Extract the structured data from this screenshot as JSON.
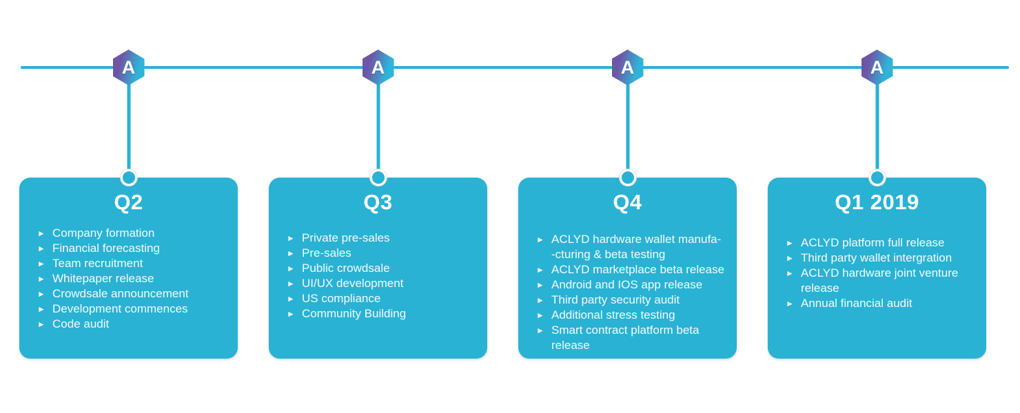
{
  "colors": {
    "accent": "#29b2d3",
    "card_bg": "#29b2d3",
    "text": "#ffffff",
    "marker_gradient_start": "#6e55a5",
    "marker_gradient_end": "#2fb4d8"
  },
  "timeline": {
    "marker_letter": "A",
    "bullet_glyph": "►"
  },
  "cards": [
    {
      "title": "Q2",
      "items": [
        "Company formation",
        "Financial forecasting",
        "Team recruitment",
        "Whitepaper release",
        "Crowdsale announcement",
        "Development commences",
        "Code audit"
      ]
    },
    {
      "title": "Q3",
      "items": [
        "Private pre-sales",
        "Pre-sales",
        "Public crowdsale",
        "UI/UX development",
        "US compliance",
        "Community Building"
      ]
    },
    {
      "title": "Q4",
      "items": [
        "ACLYD hardware wallet manufa-\n-cturing & beta testing",
        "ACLYD marketplace beta release",
        "Android and IOS app release",
        "Third party security audit",
        "Additional stress testing",
        "Smart contract platform beta\nrelease"
      ]
    },
    {
      "title": "Q1 2019",
      "items": [
        "ACLYD platform full release",
        "Third party wallet intergration",
        "ACLYD hardware joint venture\nrelease",
        "Annual financial audit"
      ]
    }
  ]
}
